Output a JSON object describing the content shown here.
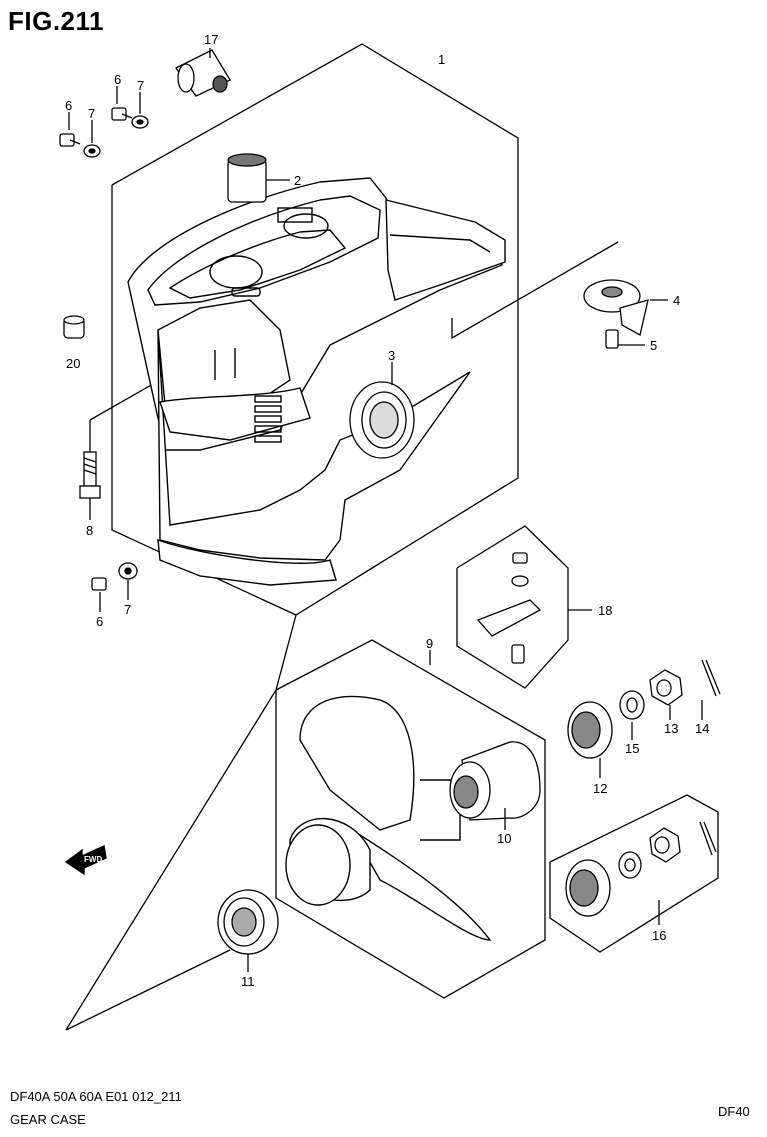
{
  "figure": {
    "title": "FIG.211",
    "footer_code": "DF40A 50A 60A E01 012_211",
    "footer_name": "GEAR CASE",
    "model": "DF40"
  },
  "fwd_arrow": "FWD",
  "callouts": [
    "1",
    "2",
    "3",
    "4",
    "5",
    "6",
    "7",
    "6",
    "7",
    "6",
    "7",
    "8",
    "9",
    "10",
    "11",
    "12",
    "13",
    "14",
    "15",
    "16",
    "17",
    "18",
    "20"
  ]
}
